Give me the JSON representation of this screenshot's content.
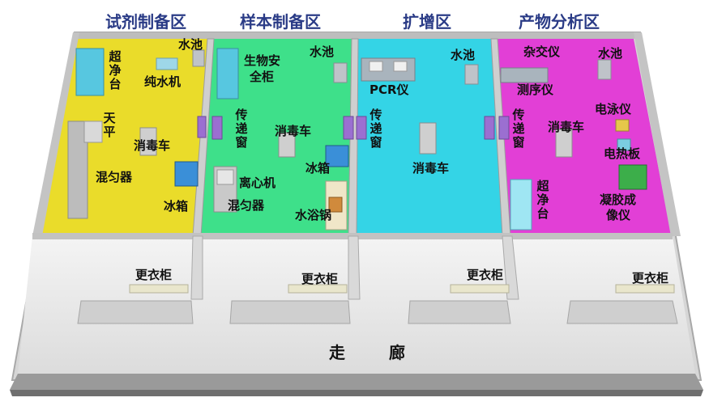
{
  "zones": {
    "reagent": {
      "title": "试剂制备区",
      "ultra_clean_bench": "超净台",
      "sink": "水池",
      "pure_water": "纯水机",
      "balance": "天平",
      "disinfect_cart": "消毒车",
      "mixer": "混匀器",
      "fridge": "冰箱",
      "locker": "更衣柜",
      "color": "#eadc2a"
    },
    "sample": {
      "title": "样本制备区",
      "biosafety_cabinet": "生物安全柜",
      "sink": "水池",
      "pass_window": "传递窗",
      "disinfect_cart": "消毒车",
      "fridge": "冰箱",
      "centrifuge": "离心机",
      "mixer": "混匀器",
      "water_bath": "水浴锅",
      "locker": "更衣柜",
      "color": "#3ee08a"
    },
    "amplify": {
      "title": "扩增区",
      "pcr": "PCR仪",
      "sink": "水池",
      "pass_window": "传递窗",
      "disinfect_cart": "消毒车",
      "locker": "更衣柜",
      "color": "#34d4e6"
    },
    "product": {
      "title": "产物分析区",
      "hybridizer": "杂交仪",
      "sink": "水池",
      "sequencer": "测序仪",
      "electrophoresis": "电泳仪",
      "pass_window": "传递窗",
      "disinfect_cart": "消毒车",
      "hot_plate": "电热板",
      "ultra_clean_bench": "超净台",
      "gel_imager": "凝胶成像仪",
      "locker": "更衣柜",
      "color": "#e23fd6"
    }
  },
  "corridor": {
    "char1": "走",
    "char2": "廊"
  }
}
